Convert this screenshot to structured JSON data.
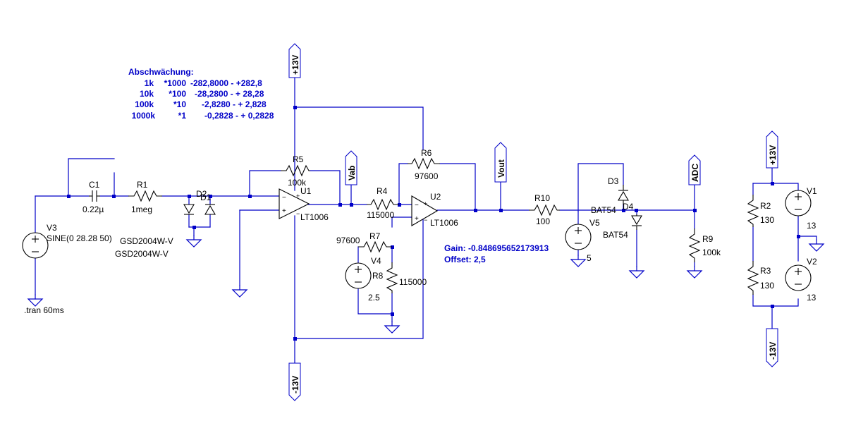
{
  "annotation": {
    "heading": "Abschwächung:",
    "rows": [
      {
        "range": "1k",
        "factor": "*1000",
        "span": "-282,8000 - +282,8"
      },
      {
        "range": "10k",
        "factor": "*100",
        "span": "-28,2800 - + 28,28"
      },
      {
        "range": "100k",
        "factor": "*10",
        "span": "-2,8280 - + 2,828"
      },
      {
        "range": "1000k",
        "factor": "*1",
        "span": "-0,2828 - + 0,2828"
      }
    ],
    "gain": "Gain: -0.848695652173913",
    "offset": "Offset: 2,5"
  },
  "net_labels": {
    "plus13_top": "+13V",
    "minus13_bottom": "-13V",
    "vab": "Vab",
    "vout": "Vout",
    "adc": "ADC",
    "plus13_right": "+13V",
    "minus13_right": "-13V"
  },
  "components": {
    "v3": {
      "name": "V3",
      "value": "SINE(0 28.28 50)"
    },
    "c1": {
      "name": "C1",
      "value": "0.22µ"
    },
    "r1": {
      "name": "R1",
      "value": "1meg"
    },
    "d2": {
      "name": "D2",
      "model": "GSD2004W-V"
    },
    "d1": {
      "name": "D1",
      "model": "GSD2004W-V"
    },
    "r5": {
      "name": "R5",
      "value": "100k"
    },
    "u1": {
      "name": "U1",
      "model": "LT1006"
    },
    "r4": {
      "name": "R4",
      "value": "115000"
    },
    "r6": {
      "name": "R6",
      "value": "97600"
    },
    "u2": {
      "name": "U2",
      "model": "LT1006"
    },
    "r7": {
      "name": "R7",
      "value": "97600"
    },
    "v4": {
      "name": "V4",
      "value": "2.5"
    },
    "r8": {
      "name": "R8",
      "value": "115000"
    },
    "r10": {
      "name": "R10",
      "value": "100"
    },
    "v5": {
      "name": "V5",
      "value": "5"
    },
    "d3": {
      "name": "D3",
      "model": "BAT54"
    },
    "d4": {
      "name": "D4",
      "model": "BAT54"
    },
    "r9": {
      "name": "R9",
      "value": "100k"
    },
    "r2": {
      "name": "R2",
      "value": "130"
    },
    "r3": {
      "name": "R3",
      "value": "130"
    },
    "v1": {
      "name": "V1",
      "value": "13"
    },
    "v2": {
      "name": "V2",
      "value": "13"
    }
  },
  "directive": ".tran 60ms",
  "colors": {
    "wire": "#0000c8",
    "component": "#000000",
    "background": "#ffffff"
  }
}
